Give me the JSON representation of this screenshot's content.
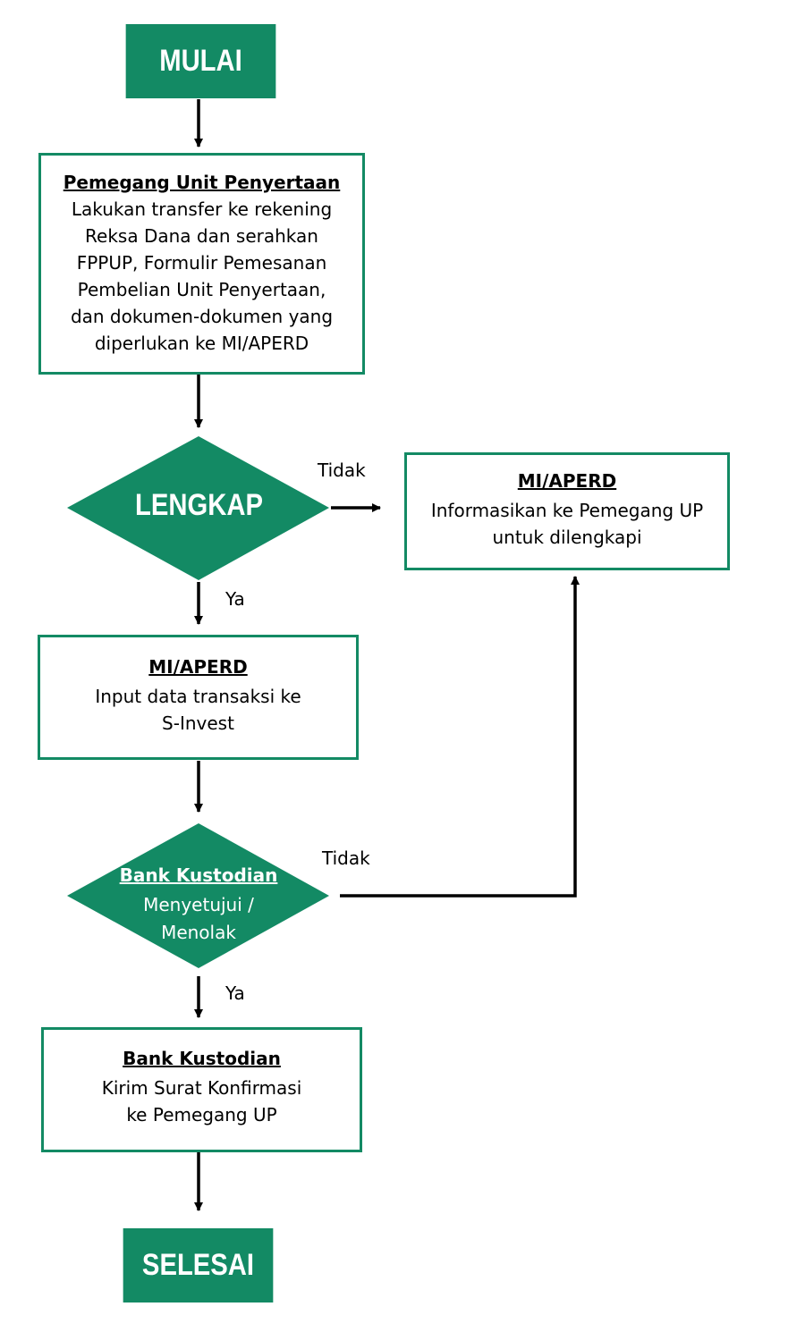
{
  "colors": {
    "accent": "#138a64",
    "line": "#000000",
    "background": "#ffffff"
  },
  "nodes": {
    "start": {
      "label": "MULAI"
    },
    "step1": {
      "heading": "Pemegang Unit Penyertaan",
      "body": "Lakukan transfer ke rekening\nReksa Dana dan serahkan\nFPPUP, Formulir Pemesanan\nPembelian Unit Penyertaan,\ndan dokumen-dokumen yang\ndiperlukan ke MI/APERD"
    },
    "decision1": {
      "label": "LENGKAP"
    },
    "incomplete": {
      "heading": "MI/APERD",
      "body": "Informasikan ke Pemegang UP\nuntuk dilengkapi"
    },
    "step2": {
      "heading": "MI/APERD",
      "body": "Input data transaksi ke\nS-Invest"
    },
    "decision2": {
      "heading": "Bank Kustodian",
      "body": "Menyetujui /\nMenolak"
    },
    "step3": {
      "heading": "Bank Kustodian",
      "body": "Kirim Surat Konfirmasi\nke Pemegang UP"
    },
    "end": {
      "label": "SELESAI"
    }
  },
  "edges": {
    "decision1_no": "Tidak",
    "decision1_yes": "Ya",
    "decision2_no": "Tidak",
    "decision2_yes": "Ya"
  }
}
